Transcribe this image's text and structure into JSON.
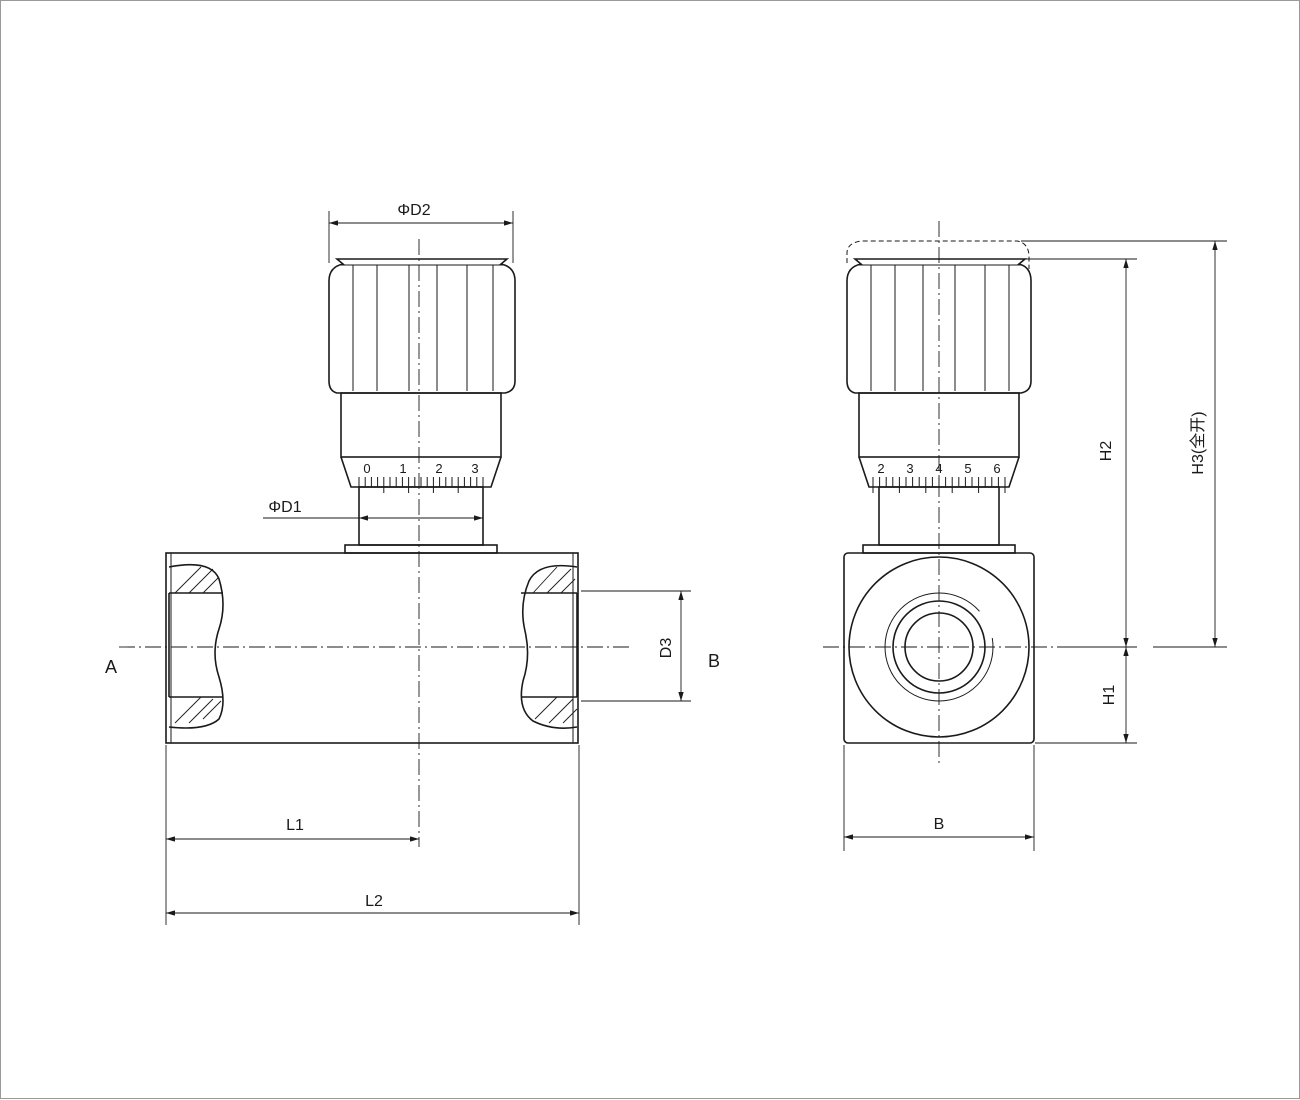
{
  "front_view": {
    "label_d2": "ΦD2",
    "label_d1": "ΦD1",
    "label_d3": "D3",
    "label_l1": "L1",
    "label_l2": "L2",
    "port_a": "A",
    "port_b": "B",
    "scale_marks": [
      "0",
      "1",
      "2",
      "3"
    ]
  },
  "side_view": {
    "label_h1": "H1",
    "label_h2": "H2",
    "label_h3": "H3(全开)",
    "label_b": "B",
    "scale_marks": [
      "2",
      "3",
      "4",
      "5",
      "6"
    ]
  },
  "colors": {
    "line": "#1a1a1a",
    "frame": "#9a9a9a"
  }
}
